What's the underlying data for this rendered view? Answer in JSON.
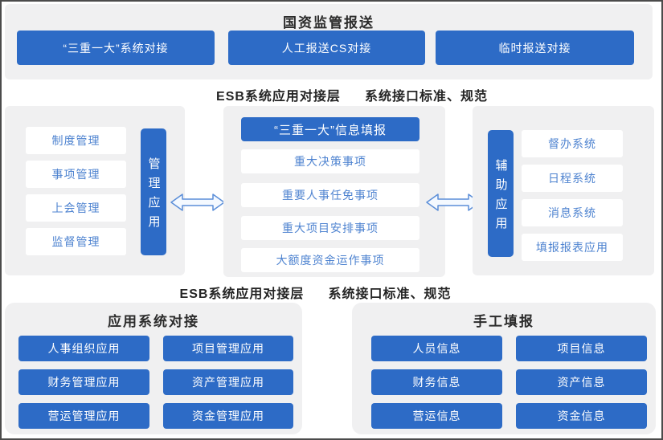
{
  "colors": {
    "accent_blue": "#2d6bc6",
    "card_text_blue": "#4e83d0",
    "panel_gray": "#f0f0f1",
    "title_text": "#2b2b2b",
    "border": "#4b4b4b",
    "arrow_stroke": "#5b8ed8"
  },
  "top_section": {
    "title": "国资监管报送",
    "buttons": [
      "“三重一大”系统对接",
      "人工报送CS对接",
      "临时报送对接"
    ]
  },
  "esb_layer": {
    "label_left": "ESB系统应用对接层",
    "label_right": "系统接口标准、规范"
  },
  "middle": {
    "left_panel": {
      "items": [
        "制度管理",
        "事项管理",
        "上会管理",
        "监督管理"
      ],
      "vertical_label": "管理应用"
    },
    "center_panel": {
      "header": "“三重一大”信息填报",
      "items": [
        "重大决策事项",
        "重要人事任免事项",
        "重大项目安排事项",
        "大额度资金运作事项"
      ]
    },
    "right_panel": {
      "vertical_label": "辅助应用",
      "items": [
        "督办系统",
        "日程系统",
        "消息系统",
        "填报报表应用"
      ]
    }
  },
  "bottom": {
    "left_panel": {
      "title": "应用系统对接",
      "buttons": [
        "人事组织应用",
        "项目管理应用",
        "财务管理应用",
        "资产管理应用",
        "营运管理应用",
        "资金管理应用"
      ]
    },
    "right_panel": {
      "title": "手工填报",
      "buttons": [
        "人员信息",
        "项目信息",
        "财务信息",
        "资产信息",
        "营运信息",
        "资金信息"
      ]
    }
  }
}
